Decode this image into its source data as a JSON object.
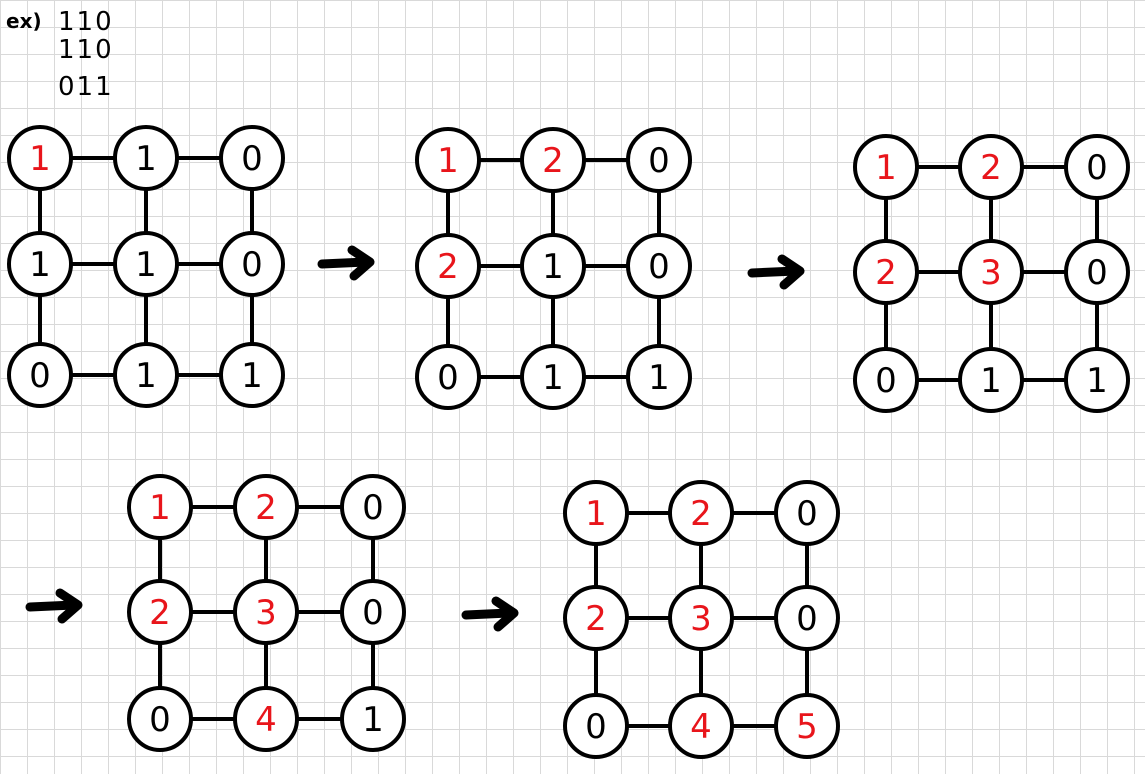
{
  "example": {
    "prefix": "ex)",
    "rows": [
      "110",
      "110",
      "011"
    ]
  },
  "colors": {
    "background": "#ffffff",
    "grid": "#d9d9d9",
    "ink": "#000000",
    "highlight": "#e8151b"
  },
  "arrow_icon": "right-arrow-icon",
  "steps": [
    {
      "values": [
        [
          "1",
          "1",
          "0"
        ],
        [
          "1",
          "1",
          "0"
        ],
        [
          "0",
          "1",
          "1"
        ]
      ],
      "highlighted": [
        [
          true,
          false,
          false
        ],
        [
          false,
          false,
          false
        ],
        [
          false,
          false,
          false
        ]
      ]
    },
    {
      "values": [
        [
          "1",
          "2",
          "0"
        ],
        [
          "2",
          "1",
          "0"
        ],
        [
          "0",
          "1",
          "1"
        ]
      ],
      "highlighted": [
        [
          true,
          true,
          false
        ],
        [
          true,
          false,
          false
        ],
        [
          false,
          false,
          false
        ]
      ]
    },
    {
      "values": [
        [
          "1",
          "2",
          "0"
        ],
        [
          "2",
          "3",
          "0"
        ],
        [
          "0",
          "1",
          "1"
        ]
      ],
      "highlighted": [
        [
          true,
          true,
          false
        ],
        [
          true,
          true,
          false
        ],
        [
          false,
          false,
          false
        ]
      ]
    },
    {
      "values": [
        [
          "1",
          "2",
          "0"
        ],
        [
          "2",
          "3",
          "0"
        ],
        [
          "0",
          "4",
          "1"
        ]
      ],
      "highlighted": [
        [
          true,
          true,
          false
        ],
        [
          true,
          true,
          false
        ],
        [
          false,
          true,
          false
        ]
      ]
    },
    {
      "values": [
        [
          "1",
          "2",
          "0"
        ],
        [
          "2",
          "3",
          "0"
        ],
        [
          "0",
          "4",
          "5"
        ]
      ],
      "highlighted": [
        [
          true,
          true,
          false
        ],
        [
          true,
          true,
          false
        ],
        [
          false,
          true,
          true
        ]
      ]
    }
  ]
}
